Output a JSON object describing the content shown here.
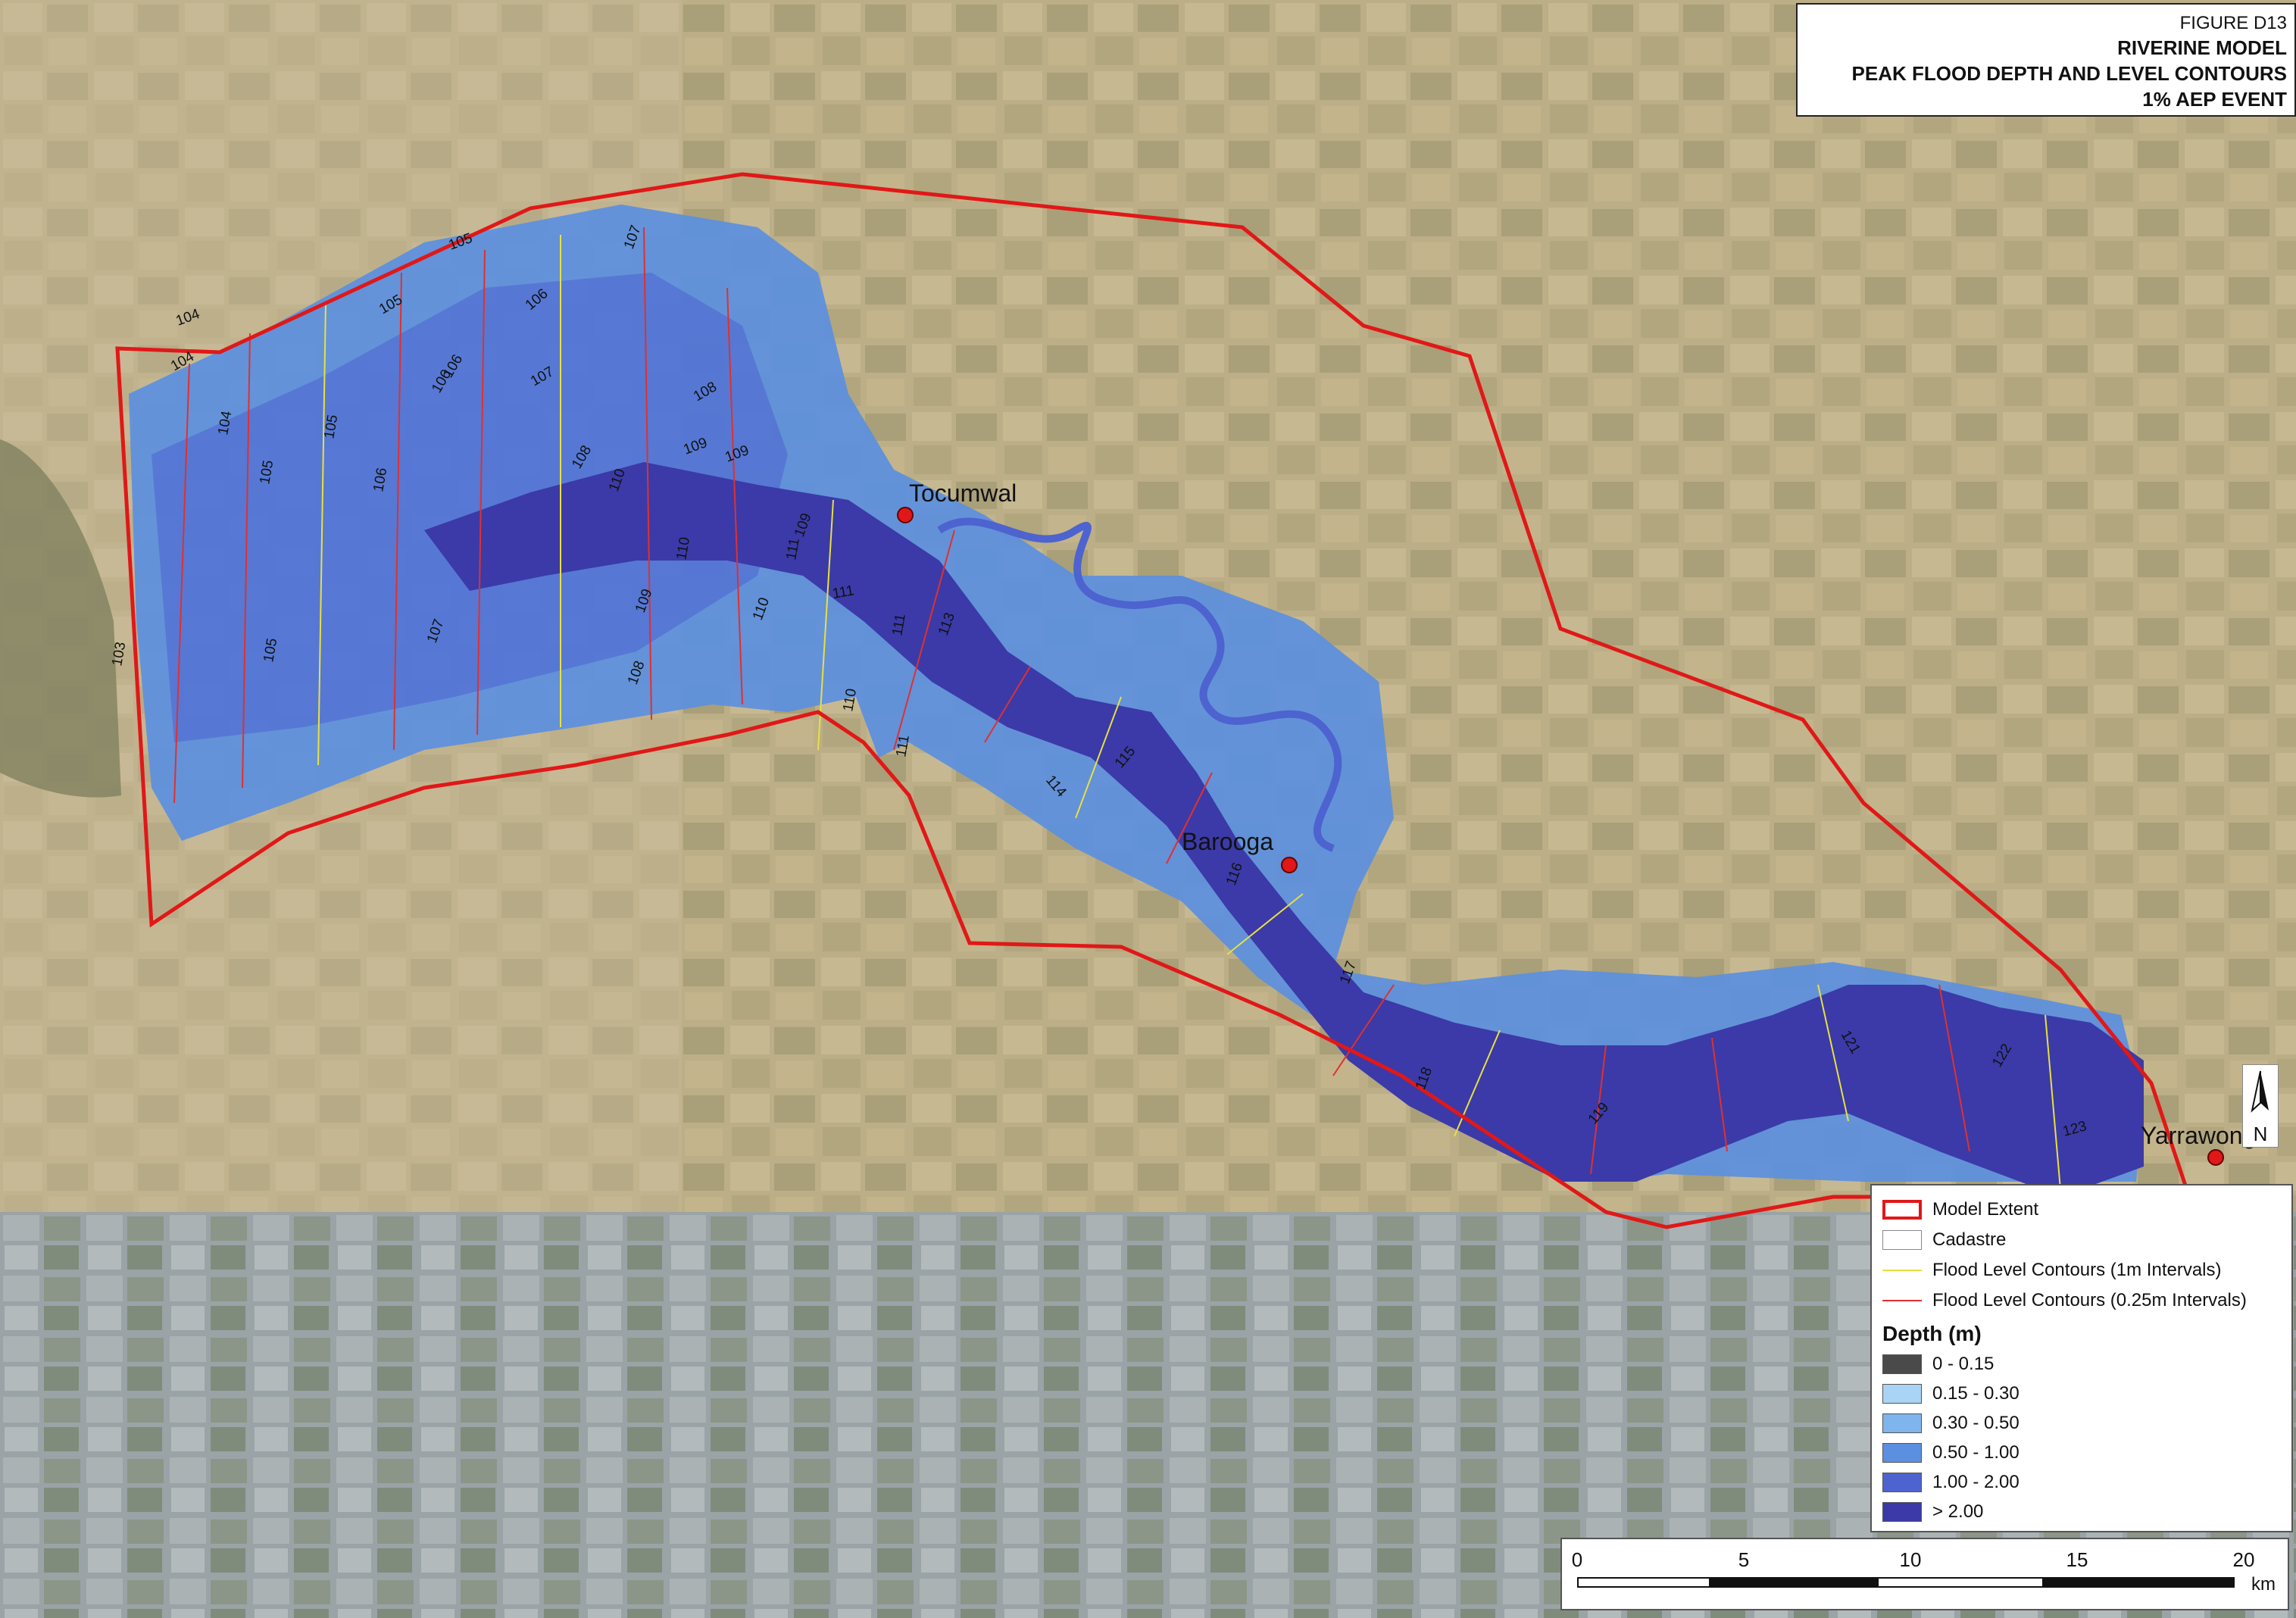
{
  "title": {
    "figure": "FIGURE D13",
    "line1": "RIVERINE MODEL",
    "line2": "PEAK FLOOD DEPTH AND LEVEL CONTOURS",
    "line3": "1% AEP EVENT"
  },
  "towns": [
    {
      "name": "Tocumwal"
    },
    {
      "name": "Barooga"
    },
    {
      "name": "Yarrawonga"
    }
  ],
  "contour_labels": [
    "103",
    "104",
    "104",
    "104",
    "105",
    "105",
    "105",
    "105",
    "105",
    "106",
    "106",
    "106",
    "106",
    "107",
    "107",
    "107",
    "108",
    "108",
    "108",
    "109",
    "109",
    "109",
    "109",
    "110",
    "110",
    "110",
    "110",
    "111",
    "111",
    "111",
    "111",
    "113",
    "114",
    "115",
    "116",
    "117",
    "118",
    "119",
    "121",
    "122",
    "123"
  ],
  "legend": {
    "items": [
      {
        "label": "Model Extent",
        "type": "extent"
      },
      {
        "label": "Cadastre",
        "type": "cadastre"
      },
      {
        "label": "Flood Level Contours (1m Intervals)",
        "type": "yellow"
      },
      {
        "label": "Flood Level Contours (0.25m Intervals)",
        "type": "red"
      }
    ],
    "depth_title": "Depth (m)",
    "depth_classes": [
      {
        "label": "0 - 0.15",
        "color": "#4a4a4a"
      },
      {
        "label": "0.15 - 0.30",
        "color": "#a9d4f5"
      },
      {
        "label": "0.30 - 0.50",
        "color": "#7fb4ec"
      },
      {
        "label": "0.50 - 1.00",
        "color": "#5b8fe0"
      },
      {
        "label": "1.00 - 2.00",
        "color": "#4d63cf"
      },
      {
        "label": "> 2.00",
        "color": "#3b3aa8"
      }
    ]
  },
  "scale": {
    "ticks": [
      "0",
      "5",
      "10",
      "15",
      "20"
    ],
    "unit": "km"
  },
  "north": {
    "label": "N"
  },
  "colors": {
    "extent": "#e01818",
    "contour_major": "#e8e040",
    "contour_minor": "#e03030",
    "town": "#e01818"
  }
}
